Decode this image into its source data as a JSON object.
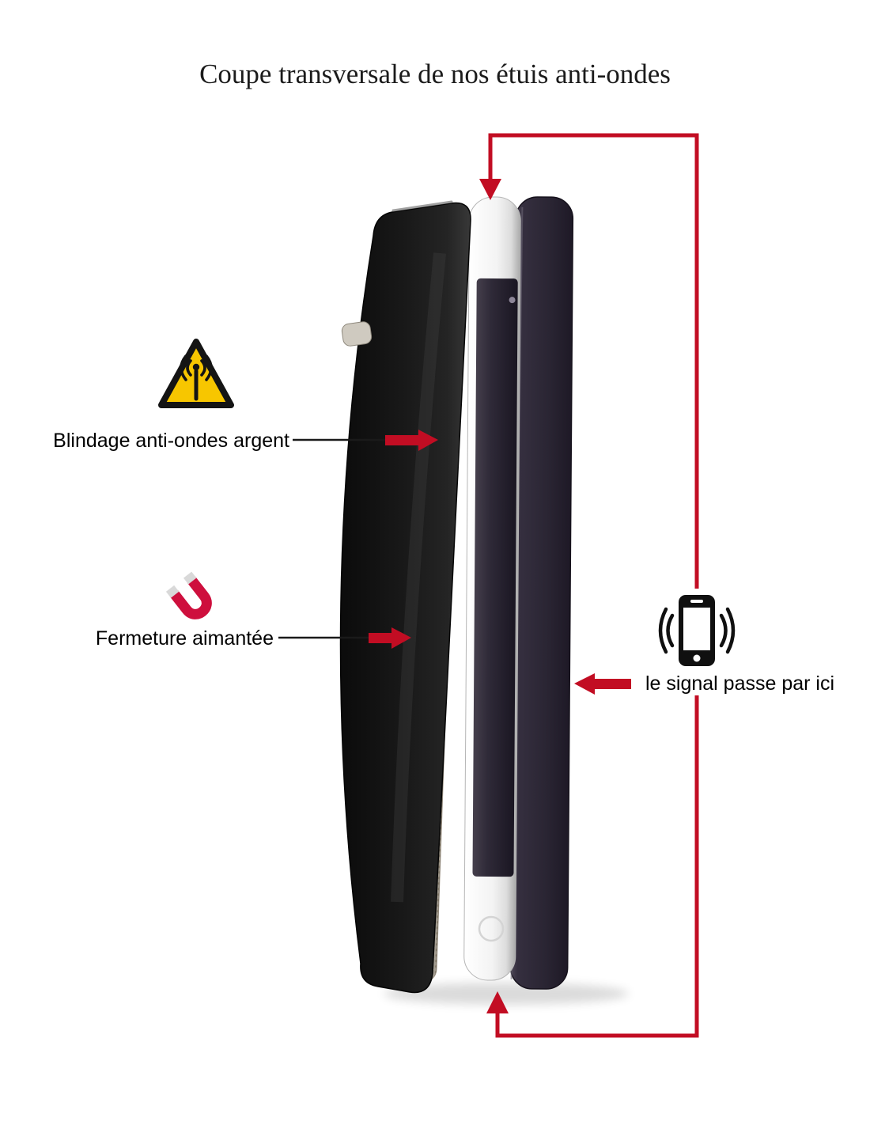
{
  "title": "Coupe transversale de nos étuis anti-ondes",
  "annotations": {
    "shielding": {
      "label": "Blindage anti-ondes argent",
      "icon": "radiation-warning-icon"
    },
    "closure": {
      "label": "Fermeture aimantée",
      "icon": "magnet-icon"
    },
    "signal": {
      "label": "le signal passe par ici",
      "icon": "smartphone-signal-icon"
    }
  },
  "diagram": {
    "layers": [
      "front-leather-cover",
      "anti-wave-mesh-shield",
      "magnetic-closure-tab",
      "smartphone",
      "back-cover"
    ],
    "colors": {
      "accent_red": "#c20d23",
      "warning_yellow": "#f7c600",
      "magnet_red": "#ce0f3d",
      "mesh_beige": "#d9d0c0",
      "leather_black": "#191919"
    }
  }
}
